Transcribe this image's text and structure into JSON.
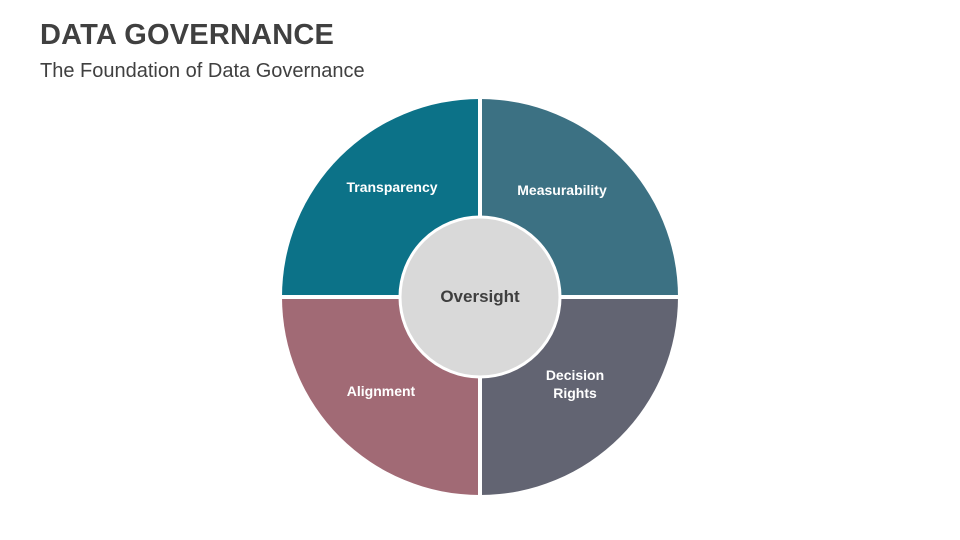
{
  "slide": {
    "title": "DATA GOVERNANCE",
    "subtitle": "The Foundation of Data Governance"
  },
  "diagram": {
    "center": {
      "label": "Oversight",
      "color": "#d9d9d9",
      "text_color": "#3f3f3f"
    },
    "quadrants": [
      {
        "position": "top-left",
        "label": "Transparency",
        "color": "#0c7288"
      },
      {
        "position": "top-right",
        "label": "Measurability",
        "color": "#3c7183"
      },
      {
        "position": "bottom-left",
        "label": "Alignment",
        "color": "#a16a75"
      },
      {
        "position": "bottom-right",
        "label": "Decision Rights",
        "color": "#626472"
      }
    ],
    "divider_color": "#ffffff"
  },
  "colors": {
    "background": "#ffffff",
    "title_text": "#404040",
    "quadrant_label_text": "#ffffff"
  }
}
